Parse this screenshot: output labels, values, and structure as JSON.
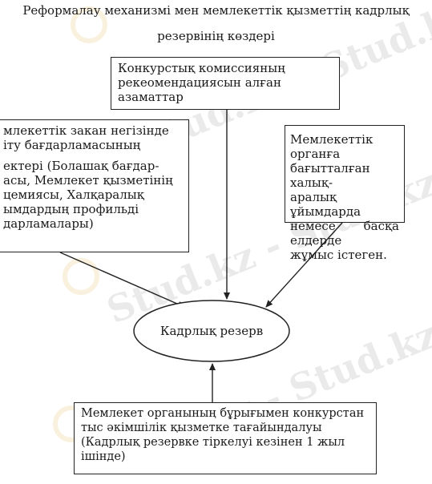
{
  "title": {
    "line1": "Реформалау механизмі мен мемлекеттік қызметтің кадрлық",
    "line2": "резервінің көздері"
  },
  "watermark": "Stud.kz - Stud.kz",
  "boxes": {
    "top": [
      "Конкурстық комиссияның",
      "рекеомендациясын алған",
      "азаматтар"
    ],
    "left": [
      "млекеттік закан негізінде",
      "іту бағдарламасының",
      "",
      "ектері (Болашақ бағдар-",
      "асы, Мемлекет қызметінің",
      "цемиясы, Халқаралық",
      "ымдардың профильді",
      "дарламалары)"
    ],
    "right": [
      "Мемлекеттік органға",
      "бағытталған халық-",
      "аралық ұйымдарда",
      "немесе басқа елдерде",
      "жұмыс істеген."
    ],
    "bottom": [
      "Мемлекет органының бұрығымен конкурстан",
      "тыс әкімшілік қызметке тағайындалуы",
      "(Кадрлық резервке тіркелуі кезінен 1 жыл",
      "ішінде)"
    ]
  },
  "center": "Кадрлық резерв"
}
